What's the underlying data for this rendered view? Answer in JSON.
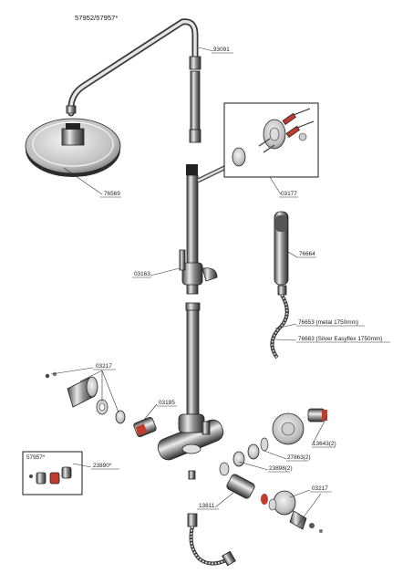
{
  "title": "57952/57957*",
  "labels": {
    "arm": "93091",
    "head": "76569",
    "wall_bracket": "03177",
    "hand_shower": "76664",
    "slider": "03163",
    "hose_metal": "76653 (metal  1750mm)",
    "hose_silver": "76683 (Silver Easyflex 1750mm)",
    "handle_set_left": "03217",
    "cartridge_left": "03185",
    "inset_label": "57957*",
    "inset_part": "23890*",
    "stop_valve": "13643(2)",
    "seal_a": "27863(2)",
    "seal_b": "23898(2)",
    "cartridge_bottom": "13811",
    "handle_set_right": "03217"
  }
}
